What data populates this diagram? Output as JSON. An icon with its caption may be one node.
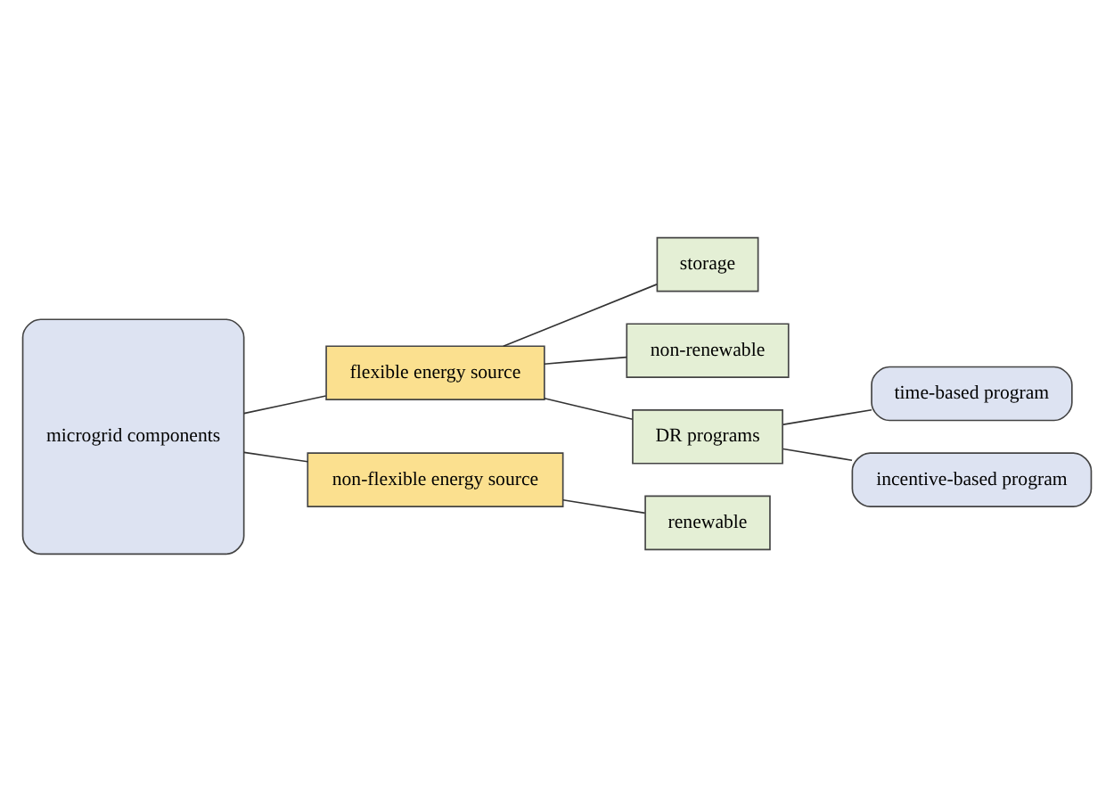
{
  "diagram": {
    "nodes": [
      {
        "text": [
          "microgrid components"
        ]
      },
      {
        "text": [
          "flexible energy source"
        ]
      },
      {
        "text": [
          "storage"
        ]
      },
      {
        "text": [
          "non-renewable"
        ]
      },
      {
        "text": [
          "DR programs"
        ]
      },
      {
        "text": [
          "time-based program"
        ]
      },
      {
        "text": [
          "incentive-based program"
        ]
      },
      {
        "text": [
          "non-flexible energy source"
        ]
      },
      {
        "text": [
          "renewable"
        ]
      }
    ],
    "edges": [
      {
        "from": 0,
        "to": 1,
        "arrow": "none"
      },
      {
        "from": 0,
        "to": 7,
        "arrow": "none"
      },
      {
        "from": 1,
        "to": 2,
        "arrow": "none"
      },
      {
        "from": 1,
        "to": 3,
        "arrow": "none"
      },
      {
        "from": 1,
        "to": 4,
        "arrow": "none"
      },
      {
        "from": 4,
        "to": 5,
        "arrow": "none"
      },
      {
        "from": 4,
        "to": 6,
        "arrow": "none"
      },
      {
        "from": 7,
        "to": 8,
        "arrow": "none"
      }
    ]
  }
}
